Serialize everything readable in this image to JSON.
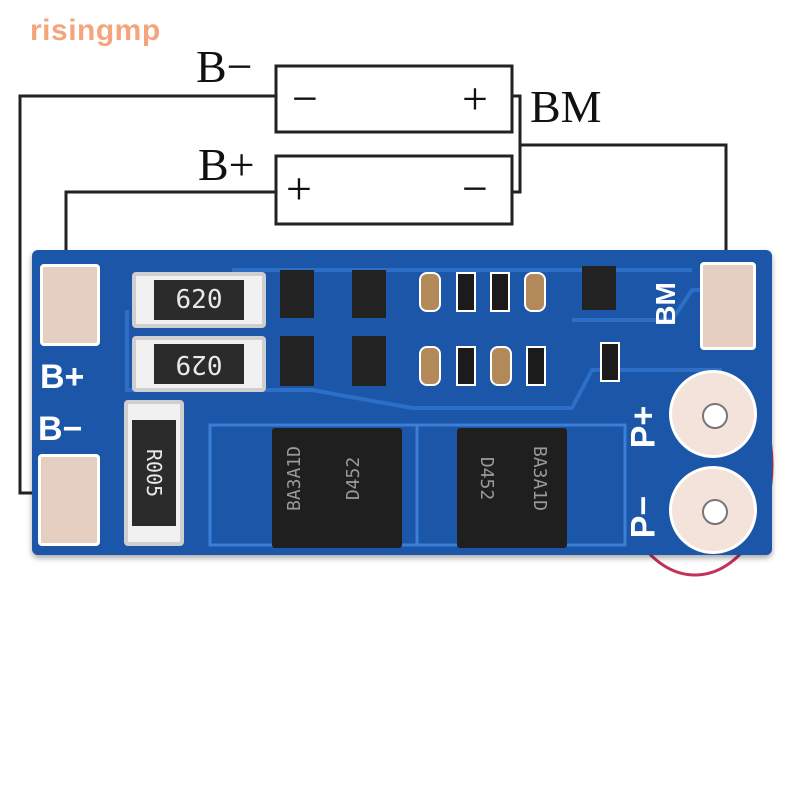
{
  "watermark": "risingmp",
  "diagram": {
    "b_minus_label": "B−",
    "b_plus_label": "B+",
    "bm_label": "BM",
    "cell_top": {
      "left_sign": "−",
      "right_sign": "+"
    },
    "cell_bottom": {
      "left_sign": "+",
      "right_sign": "−"
    }
  },
  "board": {
    "silkscreen": {
      "b_plus": "B+",
      "b_minus": "B−",
      "bm": "BM",
      "p_plus": "P+",
      "p_minus": "P−"
    },
    "resistor_top": "620",
    "resistor_bottom": "029",
    "shunt": "R005",
    "mosfet_left": {
      "line1": "D452",
      "line2": "BA3A1D"
    },
    "mosfet_right": {
      "line1": "D452",
      "line2": "BA3A1D"
    }
  },
  "colors": {
    "pcb": "#1c56a8",
    "pad": "#e5cfc0",
    "highlight_circle": "#c0335a"
  }
}
